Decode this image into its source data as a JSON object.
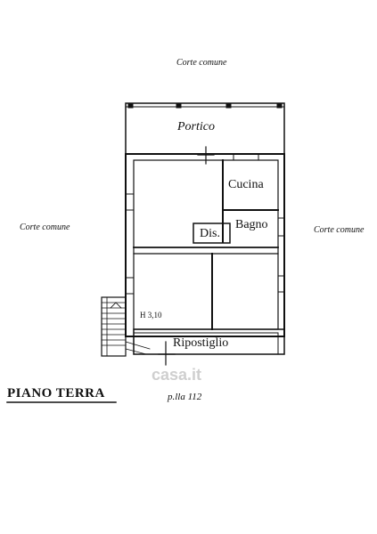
{
  "labels": {
    "corte_top": "Corte comune",
    "corte_left": "Corte comune",
    "corte_right": "Corte comune",
    "portico": "Portico",
    "cucina": "Cucina",
    "bagno": "Bagno",
    "dis": "Dis.",
    "height": "H 3,10",
    "ripostiglio": "Ripostiglio",
    "floor_title": "PIANO TERRA",
    "parcel": "p.lla 112",
    "watermark": "casa.it"
  }
}
